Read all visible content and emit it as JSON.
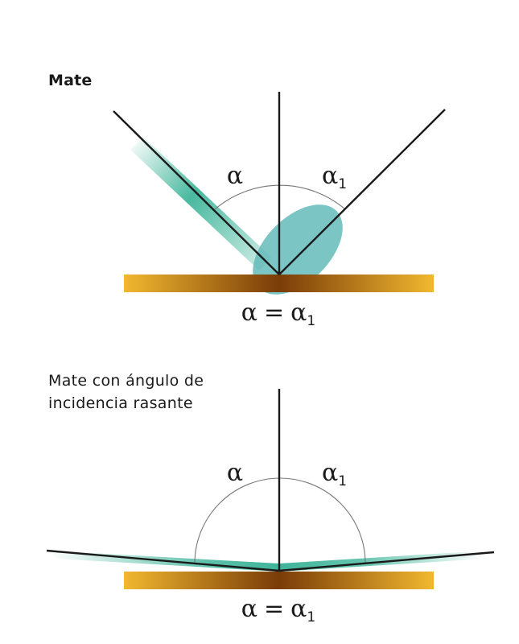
{
  "panels": [
    {
      "title": "Mate",
      "incident_label": "α",
      "reflected_label_base": "α",
      "reflected_label_sub": "1",
      "equation_lhs": "α",
      "equation_op": "=",
      "equation_rhs_base": "α",
      "equation_rhs_sub": "1"
    },
    {
      "title": "Mate con ángulo de incidencia rasante",
      "incident_label": "α",
      "reflected_label_base": "α",
      "reflected_label_sub": "1",
      "equation_lhs": "α",
      "equation_op": "=",
      "equation_rhs_base": "α",
      "equation_rhs_sub": "1"
    }
  ],
  "colors": {
    "ray": "#1a1a1a",
    "arc": "#777777",
    "scatter_fill": "#5fb8b8",
    "beam": "#3fb59a",
    "surface_center": "#7a3c08",
    "surface_edge": "#f1b82f"
  }
}
